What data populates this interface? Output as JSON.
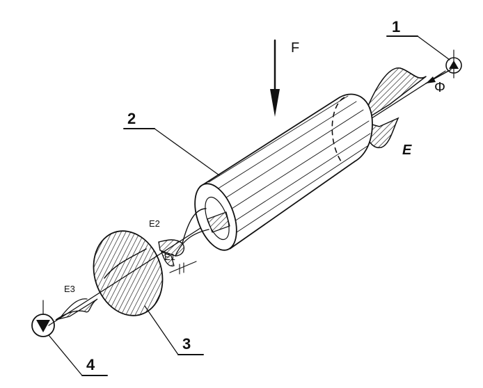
{
  "labels": {
    "force": "F",
    "flux": "Φ",
    "field": "E",
    "field_2": "E2",
    "field_1": "E1",
    "field_3": "E3",
    "part_1": "1",
    "part_2": "2",
    "part_3": "3",
    "part_4": "4"
  }
}
